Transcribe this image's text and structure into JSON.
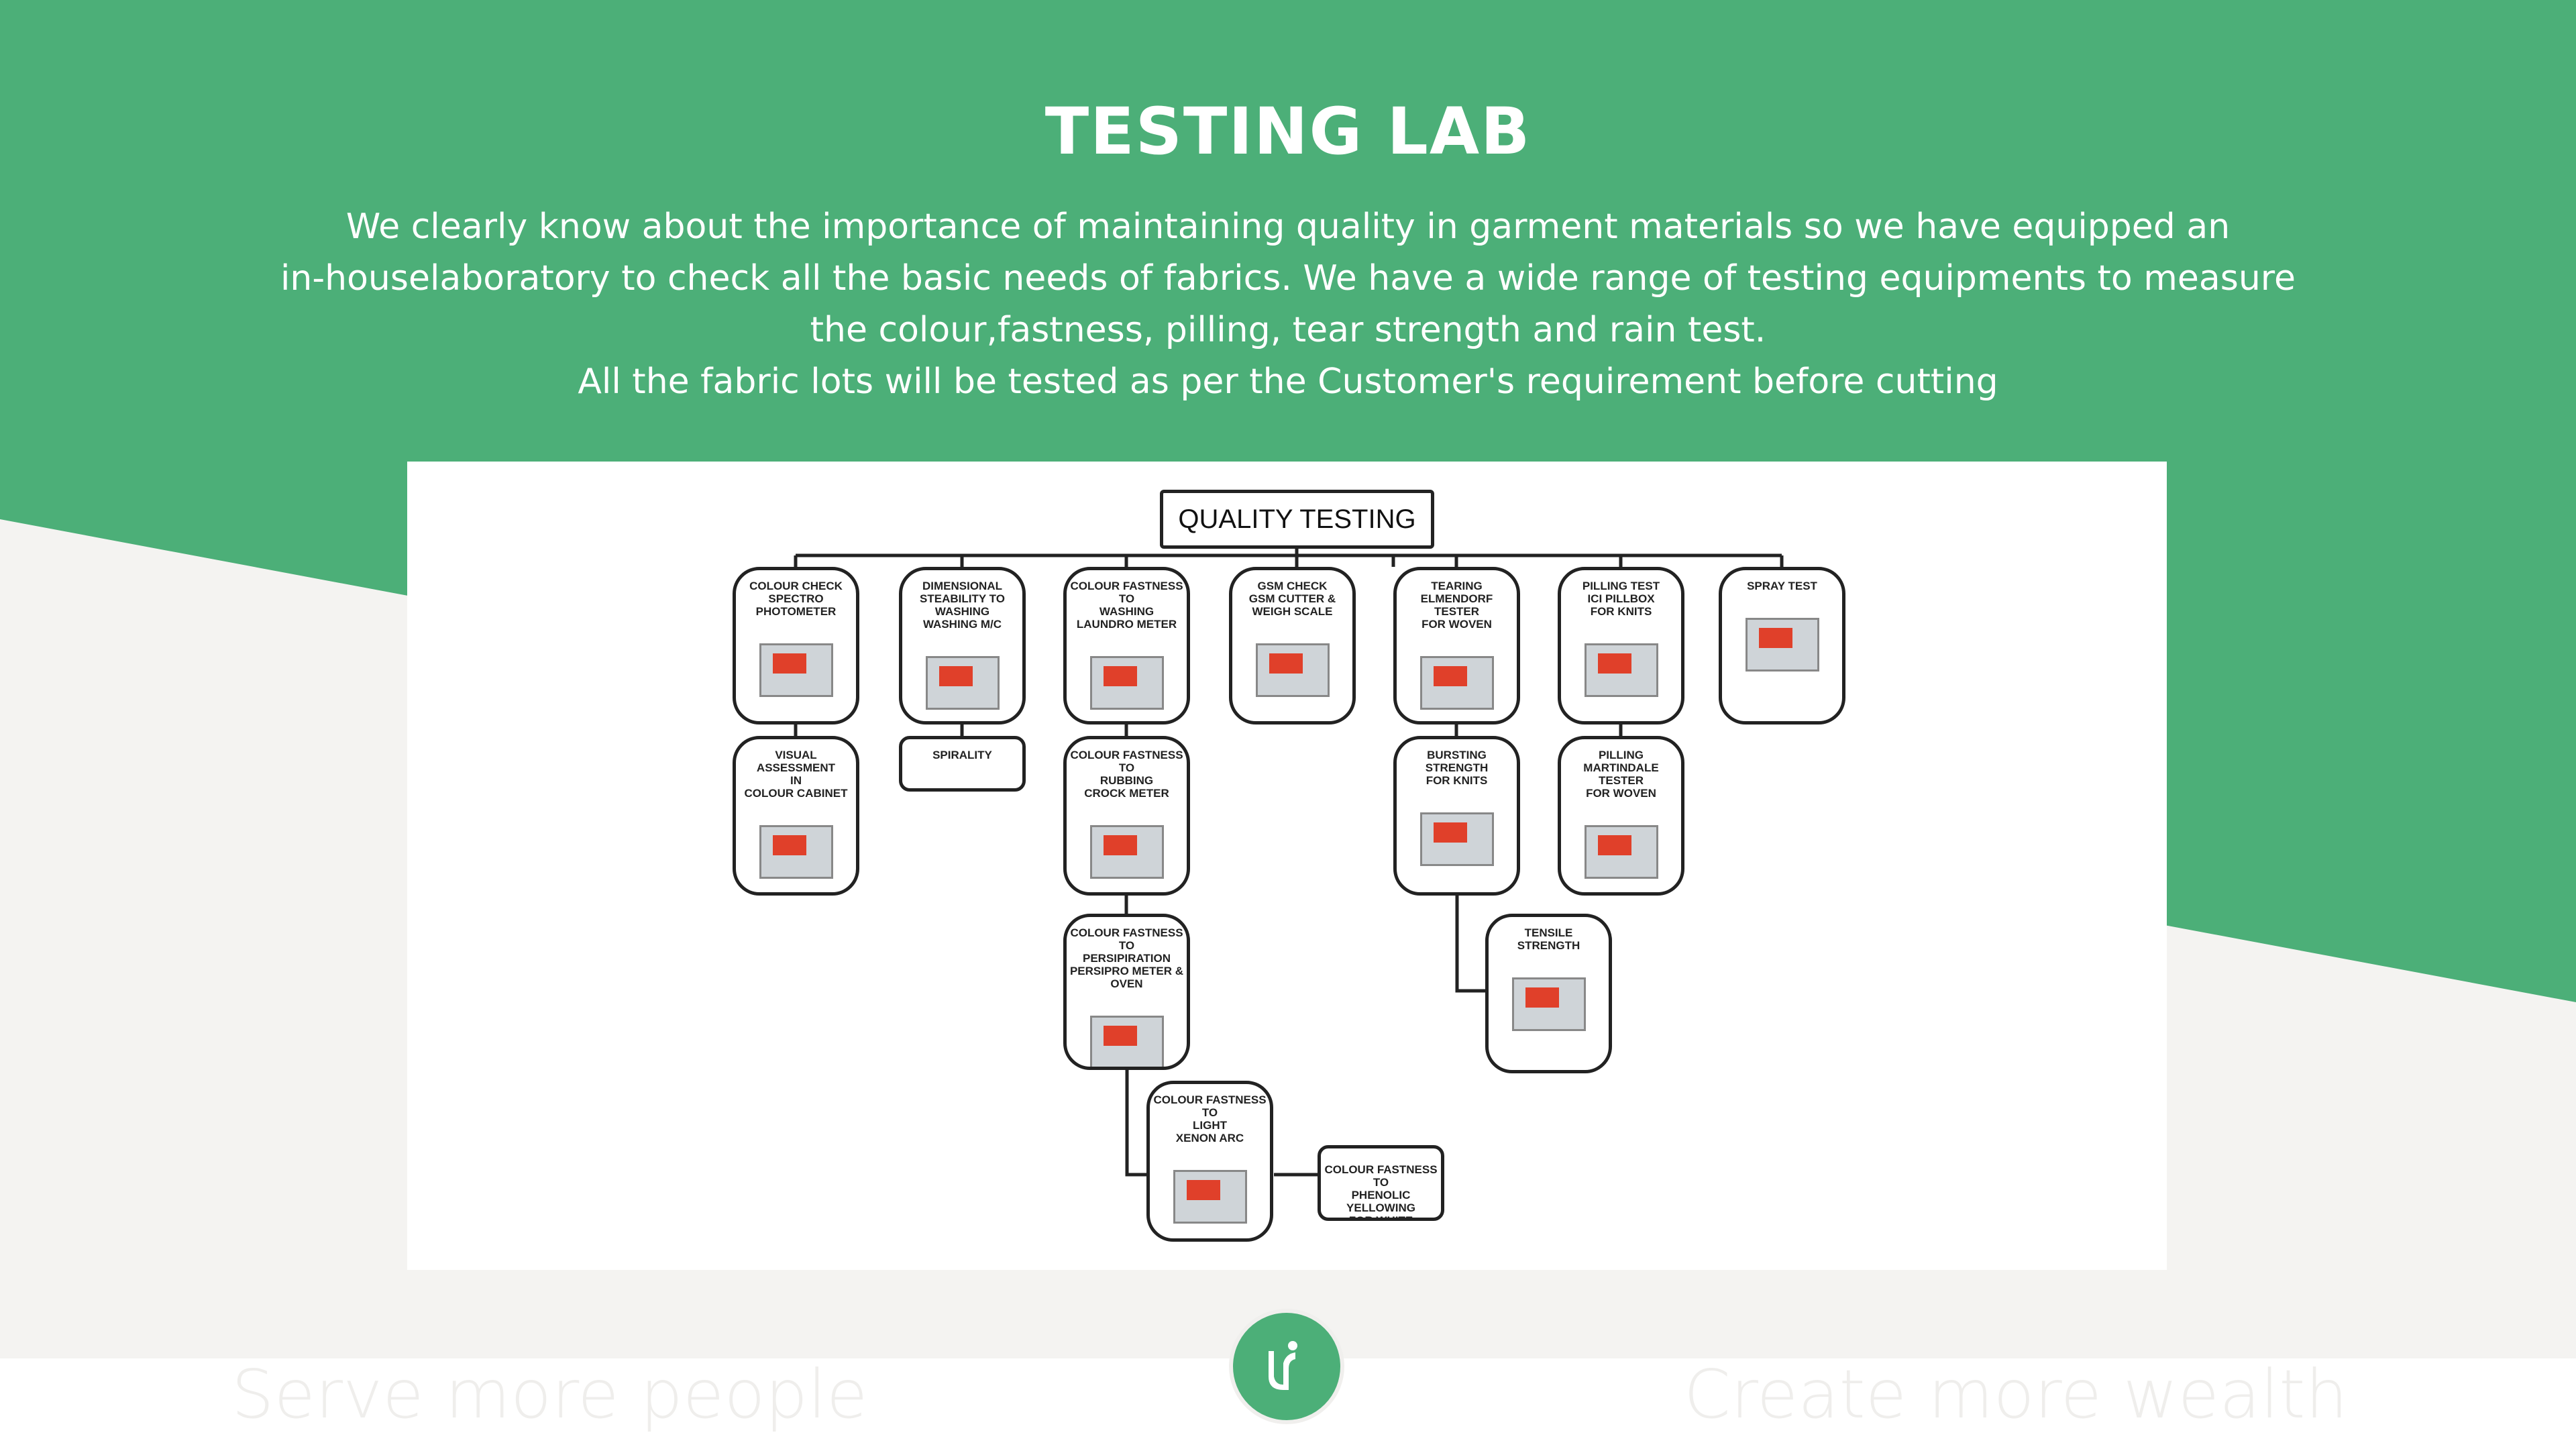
{
  "colors": {
    "green": "#4caf78",
    "background": "#f4f3f1"
  },
  "header": {
    "title": "TESTING LAB",
    "lines": [
      "We clearly know about the importance of maintaining quality in garment materials so we have equipped an",
      "in-houselaboratory to check all the basic needs of fabrics. We have a wide range of testing equipments to measure",
      "the colour,fastness, pilling, tear strength and rain test.",
      "All the fabric lots will be tested as per the Customer's requirement before cutting"
    ]
  },
  "chart": {
    "root": "QUALITY  TESTING",
    "boxes": {
      "colour_check": [
        "COLOUR CHECK",
        "SPECTRO",
        "PHOTOMETER"
      ],
      "dimensional": [
        "DIMENSIONAL",
        "STEABILITY TO",
        "WASHING",
        "WASHING M/C"
      ],
      "cf_washing": [
        "COLOUR FASTNESS",
        "TO",
        "WASHING",
        "LAUNDRO METER"
      ],
      "gsm": [
        "GSM CHECK",
        "GSM CUTTER &",
        "WEIGH SCALE"
      ],
      "tearing": [
        "TEARING",
        "ELMENDORF TESTER",
        "FOR WOVEN"
      ],
      "pilling_ici": [
        "PILLING TEST",
        "ICI PILLBOX",
        "FOR KNITS"
      ],
      "spray": [
        "SPRAY TEST"
      ],
      "visual": [
        "VISUAL ASSESSMENT",
        "IN",
        "COLOUR CABINET"
      ],
      "spirality": [
        "SPIRALITY"
      ],
      "rubbing": [
        "COLOUR FASTNESS",
        "TO",
        "RUBBING",
        "CROCK METER"
      ],
      "bursting": [
        "BURSTING",
        "STRENGTH",
        "FOR KNITS"
      ],
      "martindale": [
        "PILLING",
        "MARTINDALE",
        "TESTER",
        "FOR WOVEN"
      ],
      "perspiration": [
        "COLOUR FASTNESS",
        "TO",
        "PERSIPIRATION",
        "PERSIPRO METER &",
        "OVEN"
      ],
      "tensile": [
        "TENSILE",
        "STRENGTH"
      ],
      "light": [
        "COLOUR FASTNESS",
        "TO",
        "LIGHT",
        "XENON ARC"
      ],
      "phenolic": [
        "COLOUR FASTNESS",
        "TO",
        "PHENOLIC YELLOWING",
        "FOR WHITE"
      ]
    }
  },
  "footer": {
    "left": "Serve more people",
    "right": "Create more wealth",
    "logo_icon": "sprout-person-icon"
  }
}
